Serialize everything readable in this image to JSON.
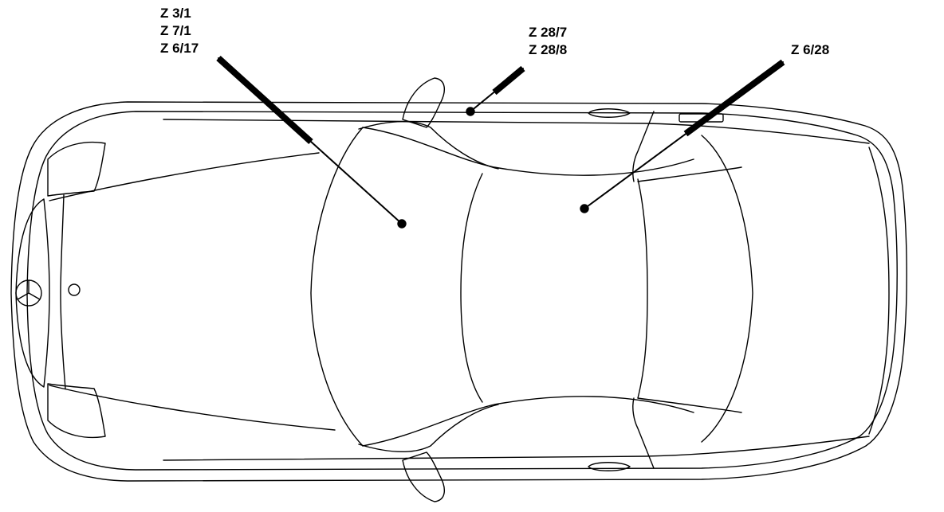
{
  "colors": {
    "line": "#000000",
    "background": "#ffffff"
  },
  "labels": {
    "group_a": [
      "Z 3/1",
      "Z 7/1",
      "Z 6/17"
    ],
    "group_b": [
      "Z 28/7",
      "Z 28/8"
    ],
    "group_c": [
      "Z 6/28"
    ]
  }
}
